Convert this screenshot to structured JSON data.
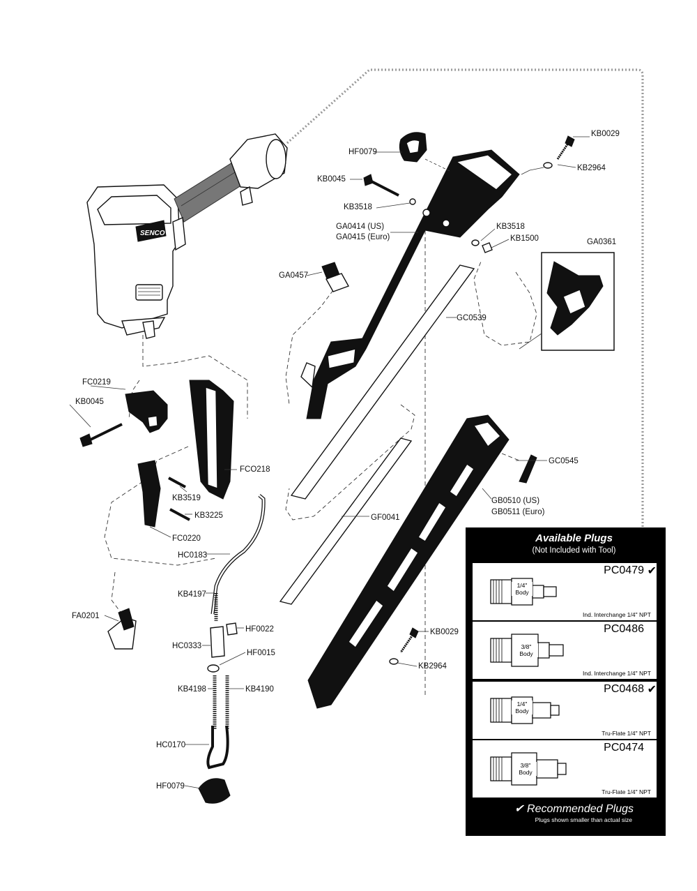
{
  "callouts": {
    "kb0029_top": "KB0029",
    "hf0079_top": "HF0079",
    "kb2964_top": "KB2964",
    "kb0045_top": "KB0045",
    "kb3518_a": "KB3518",
    "ga0414": "GA0414 (US)",
    "ga0415": "GA0415 (Euro)",
    "kb3518_b": "KB3518",
    "kb1500": "KB1500",
    "ga0361": "GA0361",
    "ga0457": "GA0457",
    "gc0539": "GC0539",
    "fc0219": "FC0219",
    "kb0045_mid": "KB0045",
    "fc0218": "FCO218",
    "kb3519": "KB3519",
    "kb3225": "KB3225",
    "gc0545": "GC0545",
    "gb0510": "GB0510 (US)",
    "gb0511": "GB0511 (Euro)",
    "gf0041": "GF0041",
    "fc0220": "FC0220",
    "hc0183": "HC0183",
    "kb4197": "KB4197",
    "fa0201": "FA0201",
    "hf0022": "HF0022",
    "hc0333": "HC0333",
    "hf0015": "HF0015",
    "kb0029_low": "KB0029",
    "kb2964_low": "KB2964",
    "kb4198": "KB4198",
    "kb4190": "KB4190",
    "hc0170": "HC0170",
    "hf0079_low": "HF0079"
  },
  "tool_logo": "SENCO",
  "plugs_panel": {
    "title": "Available Plugs",
    "subtitle": "(Not Included with Tool)",
    "plugs": [
      {
        "code": "PC0479",
        "recommended": true,
        "body": "1/4\" Body",
        "desc": "Ind. Interchange 1/4\" NPT"
      },
      {
        "code": "PC0486",
        "recommended": false,
        "body": "3/8\" Body",
        "desc": "Ind. Interchange 1/4\" NPT"
      },
      {
        "code": "PC0468",
        "recommended": true,
        "body": "1/4\" Body",
        "desc": "Tru-Flate 1/4\" NPT"
      },
      {
        "code": "PC0474",
        "recommended": false,
        "body": "3/8\" Body",
        "desc": "Tru-Flate 1/4\" NPT"
      }
    ],
    "check_mark": "✔",
    "footer_title": "✔ Recommended Plugs",
    "footer_note": "Plugs shown smaller than actual size"
  },
  "colors": {
    "panel_bg": "#000000",
    "part_black": "#111111",
    "grip_grey": "#777777",
    "dotted_line": "#999999"
  }
}
